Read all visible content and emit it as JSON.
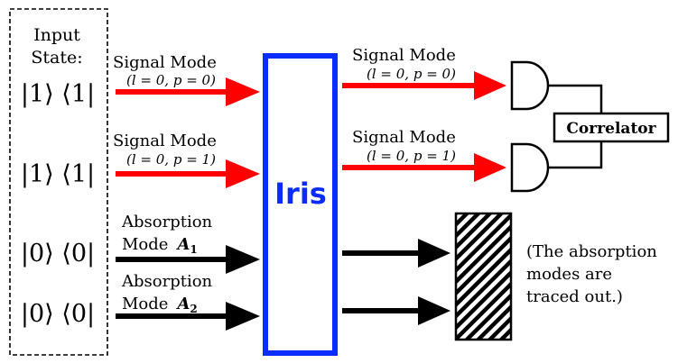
{
  "input_box": {
    "title_line1": "Input",
    "title_line2": "State:",
    "states": [
      "|1⟩ ⟨1|",
      "|1⟩ ⟨1|",
      "|0⟩ ⟨0|",
      "|0⟩ ⟨0|"
    ]
  },
  "inputs": [
    {
      "label": "Signal Mode",
      "params": "(l = 0, p = 0)",
      "color": "#ff0000"
    },
    {
      "label": "Signal Mode",
      "params": "(l = 0, p = 1)",
      "color": "#ff0000"
    },
    {
      "label_line1": "Absorption",
      "label_line2": "Mode",
      "sym": "A",
      "sub": "1",
      "color": "#000000"
    },
    {
      "label_line1": "Absorption",
      "label_line2": "Mode",
      "sym": "A",
      "sub": "2",
      "color": "#000000"
    }
  ],
  "iris": {
    "label": "Iris",
    "color": "#0a2cff"
  },
  "outputs": [
    {
      "label": "Signal Mode",
      "params": "(l = 0, p = 0)",
      "color": "#ff0000"
    },
    {
      "label": "Signal Mode",
      "params": "(l = 0, p = 1)",
      "color": "#ff0000"
    }
  ],
  "correlator": {
    "label": "Correlator"
  },
  "traced_note": {
    "line1": "(The absorption",
    "line2": "modes are",
    "line3": "traced out.)"
  },
  "colors": {
    "signal": "#ff0000",
    "absorption": "#000000",
    "iris": "#0a2cff"
  }
}
